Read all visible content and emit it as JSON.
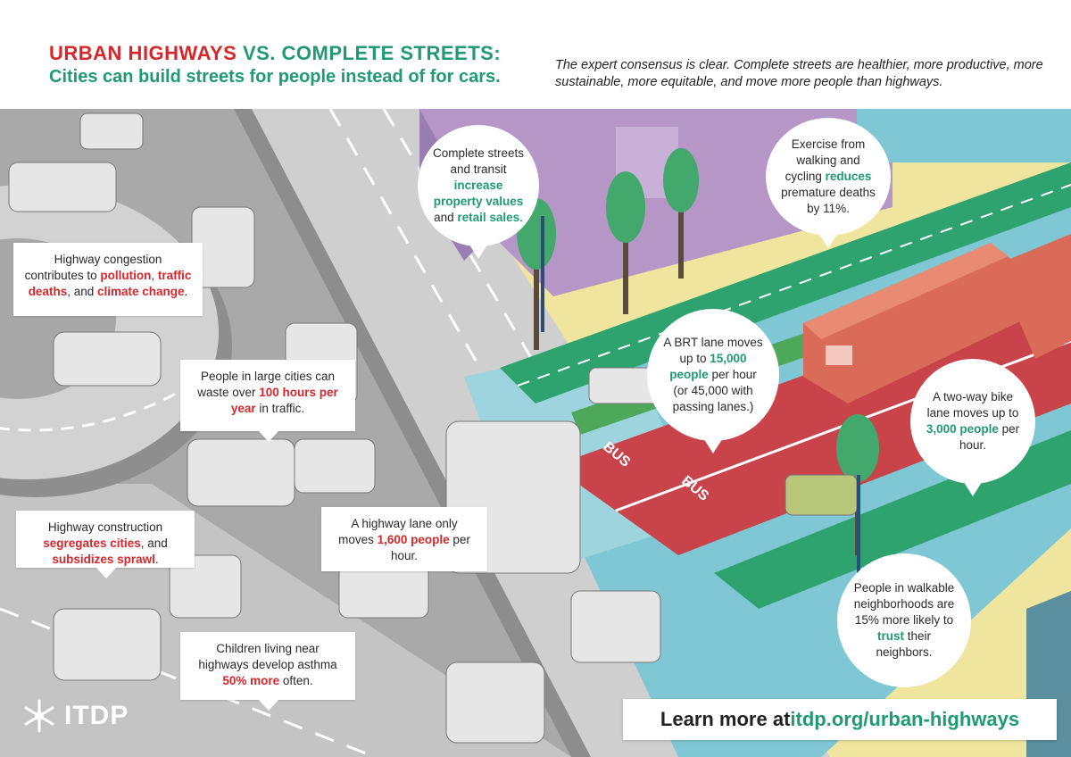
{
  "header": {
    "title_part1": "URBAN HIGHWAYS",
    "title_vs": "VS.",
    "title_part2": "COMPLETE STREETS:",
    "subtitle": "Cities can build streets for people instead of for cars.",
    "consensus": "The expert consensus is clear. Complete streets are healthier, more productive, more sustainable, more equitable, and move more people than highways."
  },
  "highway_facts": {
    "congestion": {
      "t1": "Highway congestion contributes to ",
      "h1": "pollution",
      "t2": ", ",
      "h2": "traffic deaths",
      "t3": ", and ",
      "h3": "climate change",
      "t4": "."
    },
    "waste": {
      "t1": "People in large cities can waste over ",
      "h1": "100 hours per year",
      "t2": " in traffic."
    },
    "construction": {
      "t1": "Highway construction ",
      "h1": "segregates cities",
      "t2": ", and ",
      "h2": "subsidizes sprawl",
      "t3": "."
    },
    "lane": {
      "t1": "A highway lane only moves ",
      "h1": "1,600 people",
      "t2": " per hour."
    },
    "asthma": {
      "t1": "Children living near highways develop asthma ",
      "h1": "50% more",
      "t2": " often."
    }
  },
  "street_facts": {
    "property": {
      "t1": "Complete streets and transit ",
      "h1": "increase property values",
      "t2": " and ",
      "h2": "retail sales",
      "t3": "."
    },
    "exercise": {
      "t1": "Exercise from walking and cycling ",
      "h1": "reduces",
      "t2": " premature deaths by 11%."
    },
    "brt": {
      "t1": "A BRT lane moves up to ",
      "h1": "15,000 people",
      "t2": " per hour (or 45,000 with passing lanes.)"
    },
    "bike": {
      "t1": "A two-way bike lane moves up to ",
      "h1": "3,000 people",
      "t2": " per hour."
    },
    "trust": {
      "t1": "People in walkable neighborhoods are 15% more likely to ",
      "h1": "trust",
      "t2": " their neighbors."
    }
  },
  "road_markings": {
    "bus1": "BUS",
    "bus2": "BUS"
  },
  "footer": {
    "learn_prefix": "Learn more at ",
    "learn_link": "itdp.org/urban-highways",
    "logo_text": "ITDP"
  },
  "colors": {
    "accent_green": "#1f9a72",
    "highlight_red": "#d7262b",
    "bus_lane": "#c9434a",
    "bike_lane": "#2ea36f",
    "highway_gray": "#bdbdbd",
    "sidewalk": "#efe59e",
    "building_purple": "#b596c7",
    "street_teal": "#7fc7d4"
  },
  "icons": {
    "logo": "itdp-snowflake-logo",
    "bus": "bus-icon",
    "bike": "bike-lane-icon",
    "car": "car-icon"
  }
}
